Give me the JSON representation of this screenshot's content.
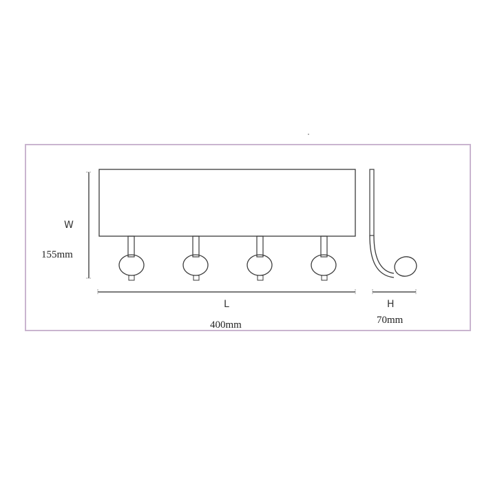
{
  "diagram": {
    "frame_color": "#c9b4cf",
    "line_color": "#3a3a3a",
    "dim_color": "#7a7a7a",
    "labels": {
      "width_letter": "W",
      "width_value": "155mm",
      "length_letter": "L",
      "length_value": "400mm",
      "height_letter": "H",
      "height_value": "70mm"
    }
  }
}
